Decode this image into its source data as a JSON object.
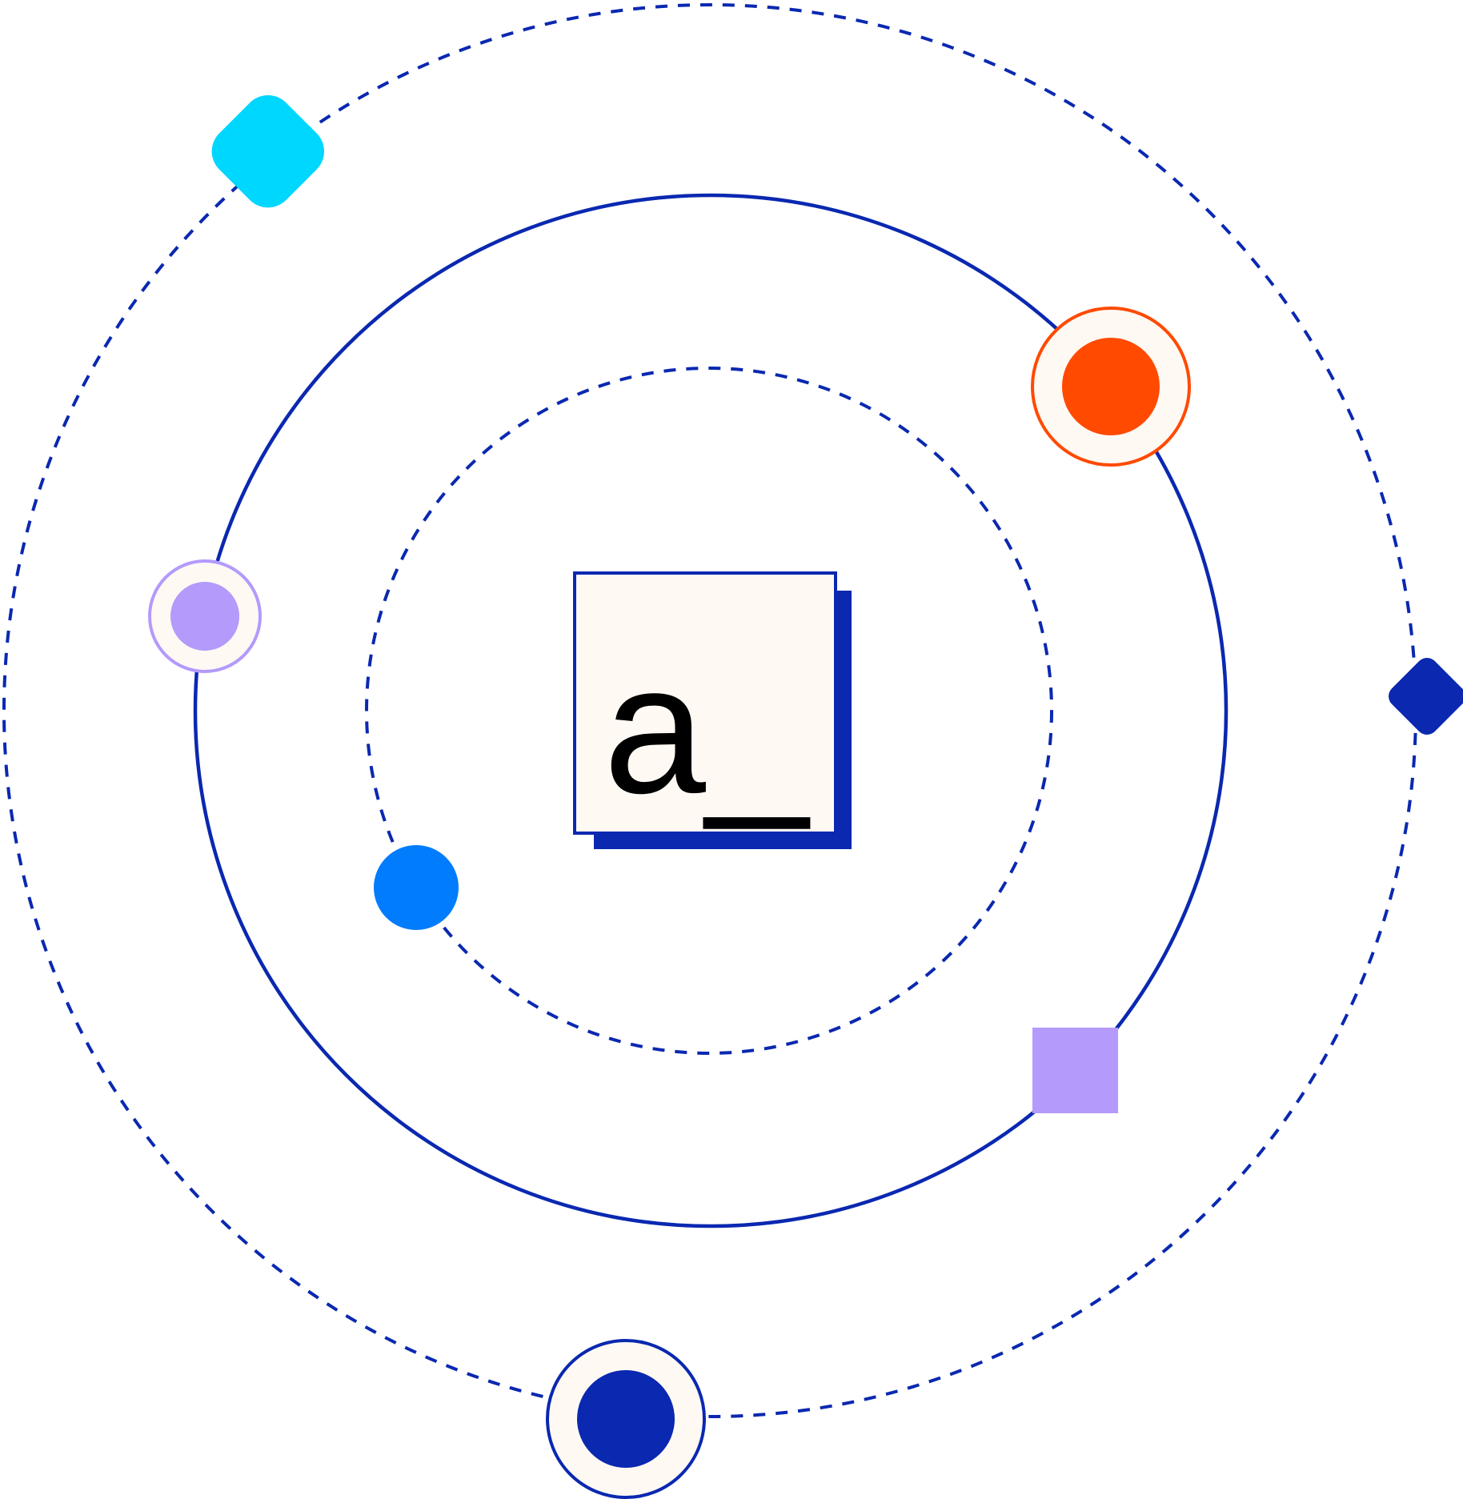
{
  "logo": {
    "text": "a_"
  },
  "colors": {
    "navy": "#0A28B0",
    "cream": "#FFF9F4",
    "orange": "#FF4A00",
    "cyan": "#00D7FF",
    "lavender": "#B39AFB",
    "blue": "#007CFC",
    "ink": "#000000"
  },
  "icons": [
    "cyan-rounded-diamond",
    "orange-ringed-dot",
    "lavender-ringed-dot",
    "navy-diamond",
    "blue-dot",
    "lavender-square",
    "navy-ringed-dot"
  ]
}
